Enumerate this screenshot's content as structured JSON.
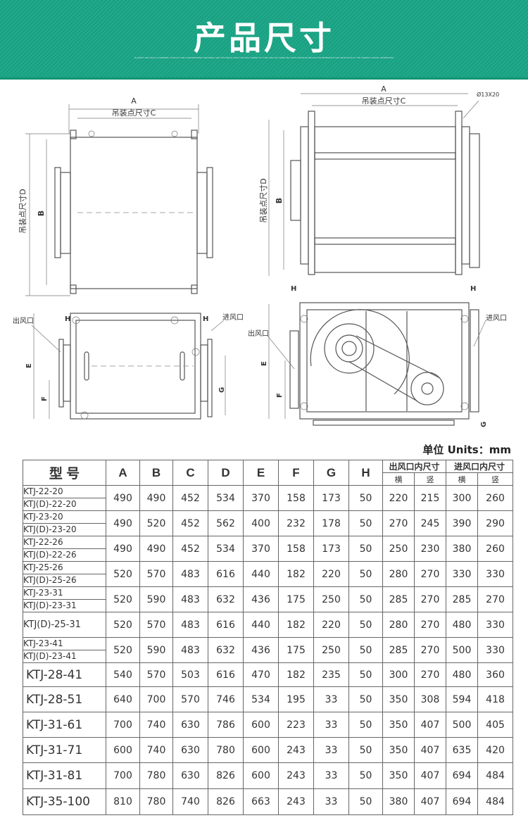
{
  "banner": {
    "title": "产品尺寸",
    "subtitle": "PLANETS AND ROCK ALIGNMENT, EXHAUST AND ARRANGEMENT DRAWINGS AND TECHNICAL DATA FOR EACH SERIES OF FANS AND AIR HANDLING UNITS DETAILED BELOW FOR REFERENCE AND SELECTION OF THE CORRECT MODEL DIMENSIONS"
  },
  "drawings": {
    "dim_A": "A",
    "dim_B": "B",
    "hanging_C": "吊装点尺寸C",
    "hanging_D": "吊装点尺寸D",
    "hole_spec": "Ø13X20",
    "dim_H": "H",
    "dim_E": "E",
    "dim_F": "F",
    "dim_G": "G",
    "outlet": "出风口",
    "inlet": "进风口"
  },
  "units_label": "单位 Units：mm",
  "table": {
    "headers": {
      "model": "型 号",
      "cols": [
        "A",
        "B",
        "C",
        "D",
        "E",
        "F",
        "G",
        "H"
      ],
      "outlet_group": "出风口内尺寸",
      "inlet_group": "进风口内尺寸",
      "horizontal": "横",
      "vertical": "竖"
    },
    "rows": [
      {
        "models": [
          "KTJ-22-20",
          "KTJ(D)-22-20"
        ],
        "values": [
          "490",
          "490",
          "452",
          "534",
          "370",
          "158",
          "173",
          "50",
          "220",
          "215",
          "300",
          "260"
        ]
      },
      {
        "models": [
          "KTJ-23-20",
          "KTJ(D)-23-20"
        ],
        "values": [
          "490",
          "520",
          "452",
          "562",
          "400",
          "232",
          "178",
          "50",
          "270",
          "245",
          "390",
          "290"
        ]
      },
      {
        "models": [
          "KTJ-22-26",
          "KTJ(D)-22-26"
        ],
        "values": [
          "490",
          "490",
          "452",
          "534",
          "370",
          "158",
          "173",
          "50",
          "250",
          "230",
          "380",
          "260"
        ]
      },
      {
        "models": [
          "KTJ-25-26",
          "KTJ(D)-25-26"
        ],
        "values": [
          "520",
          "570",
          "483",
          "616",
          "440",
          "182",
          "220",
          "50",
          "280",
          "270",
          "330",
          "330"
        ]
      },
      {
        "models": [
          "KTJ-23-31",
          "KTJ(D)-23-31"
        ],
        "values": [
          "520",
          "590",
          "483",
          "632",
          "436",
          "175",
          "250",
          "50",
          "285",
          "270",
          "285",
          "270"
        ]
      },
      {
        "models": [
          "KTJ(D)-25-31"
        ],
        "values": [
          "520",
          "570",
          "483",
          "616",
          "440",
          "182",
          "220",
          "50",
          "280",
          "270",
          "480",
          "330"
        ]
      },
      {
        "models": [
          "KTJ-23-41",
          "KTJ(D)-23-41"
        ],
        "values": [
          "520",
          "590",
          "483",
          "632",
          "436",
          "175",
          "250",
          "50",
          "285",
          "270",
          "500",
          "330"
        ]
      },
      {
        "models": [
          "KTJ-28-41"
        ],
        "values": [
          "540",
          "570",
          "503",
          "616",
          "470",
          "182",
          "235",
          "50",
          "300",
          "270",
          "480",
          "360"
        ]
      },
      {
        "models": [
          "KTJ-28-51"
        ],
        "values": [
          "640",
          "700",
          "570",
          "746",
          "534",
          "195",
          "33",
          "50",
          "350",
          "308",
          "594",
          "418"
        ]
      },
      {
        "models": [
          "KTJ-31-61"
        ],
        "values": [
          "700",
          "740",
          "630",
          "786",
          "600",
          "223",
          "33",
          "50",
          "350",
          "407",
          "500",
          "405"
        ]
      },
      {
        "models": [
          "KTJ-31-71"
        ],
        "values": [
          "600",
          "740",
          "630",
          "780",
          "600",
          "243",
          "33",
          "50",
          "350",
          "407",
          "635",
          "420"
        ]
      },
      {
        "models": [
          "KTJ-31-81"
        ],
        "values": [
          "700",
          "780",
          "630",
          "826",
          "600",
          "243",
          "33",
          "50",
          "350",
          "407",
          "694",
          "484"
        ]
      },
      {
        "models": [
          "KTJ-35-100"
        ],
        "values": [
          "810",
          "780",
          "740",
          "826",
          "663",
          "243",
          "33",
          "50",
          "380",
          "407",
          "694",
          "484"
        ]
      }
    ]
  }
}
